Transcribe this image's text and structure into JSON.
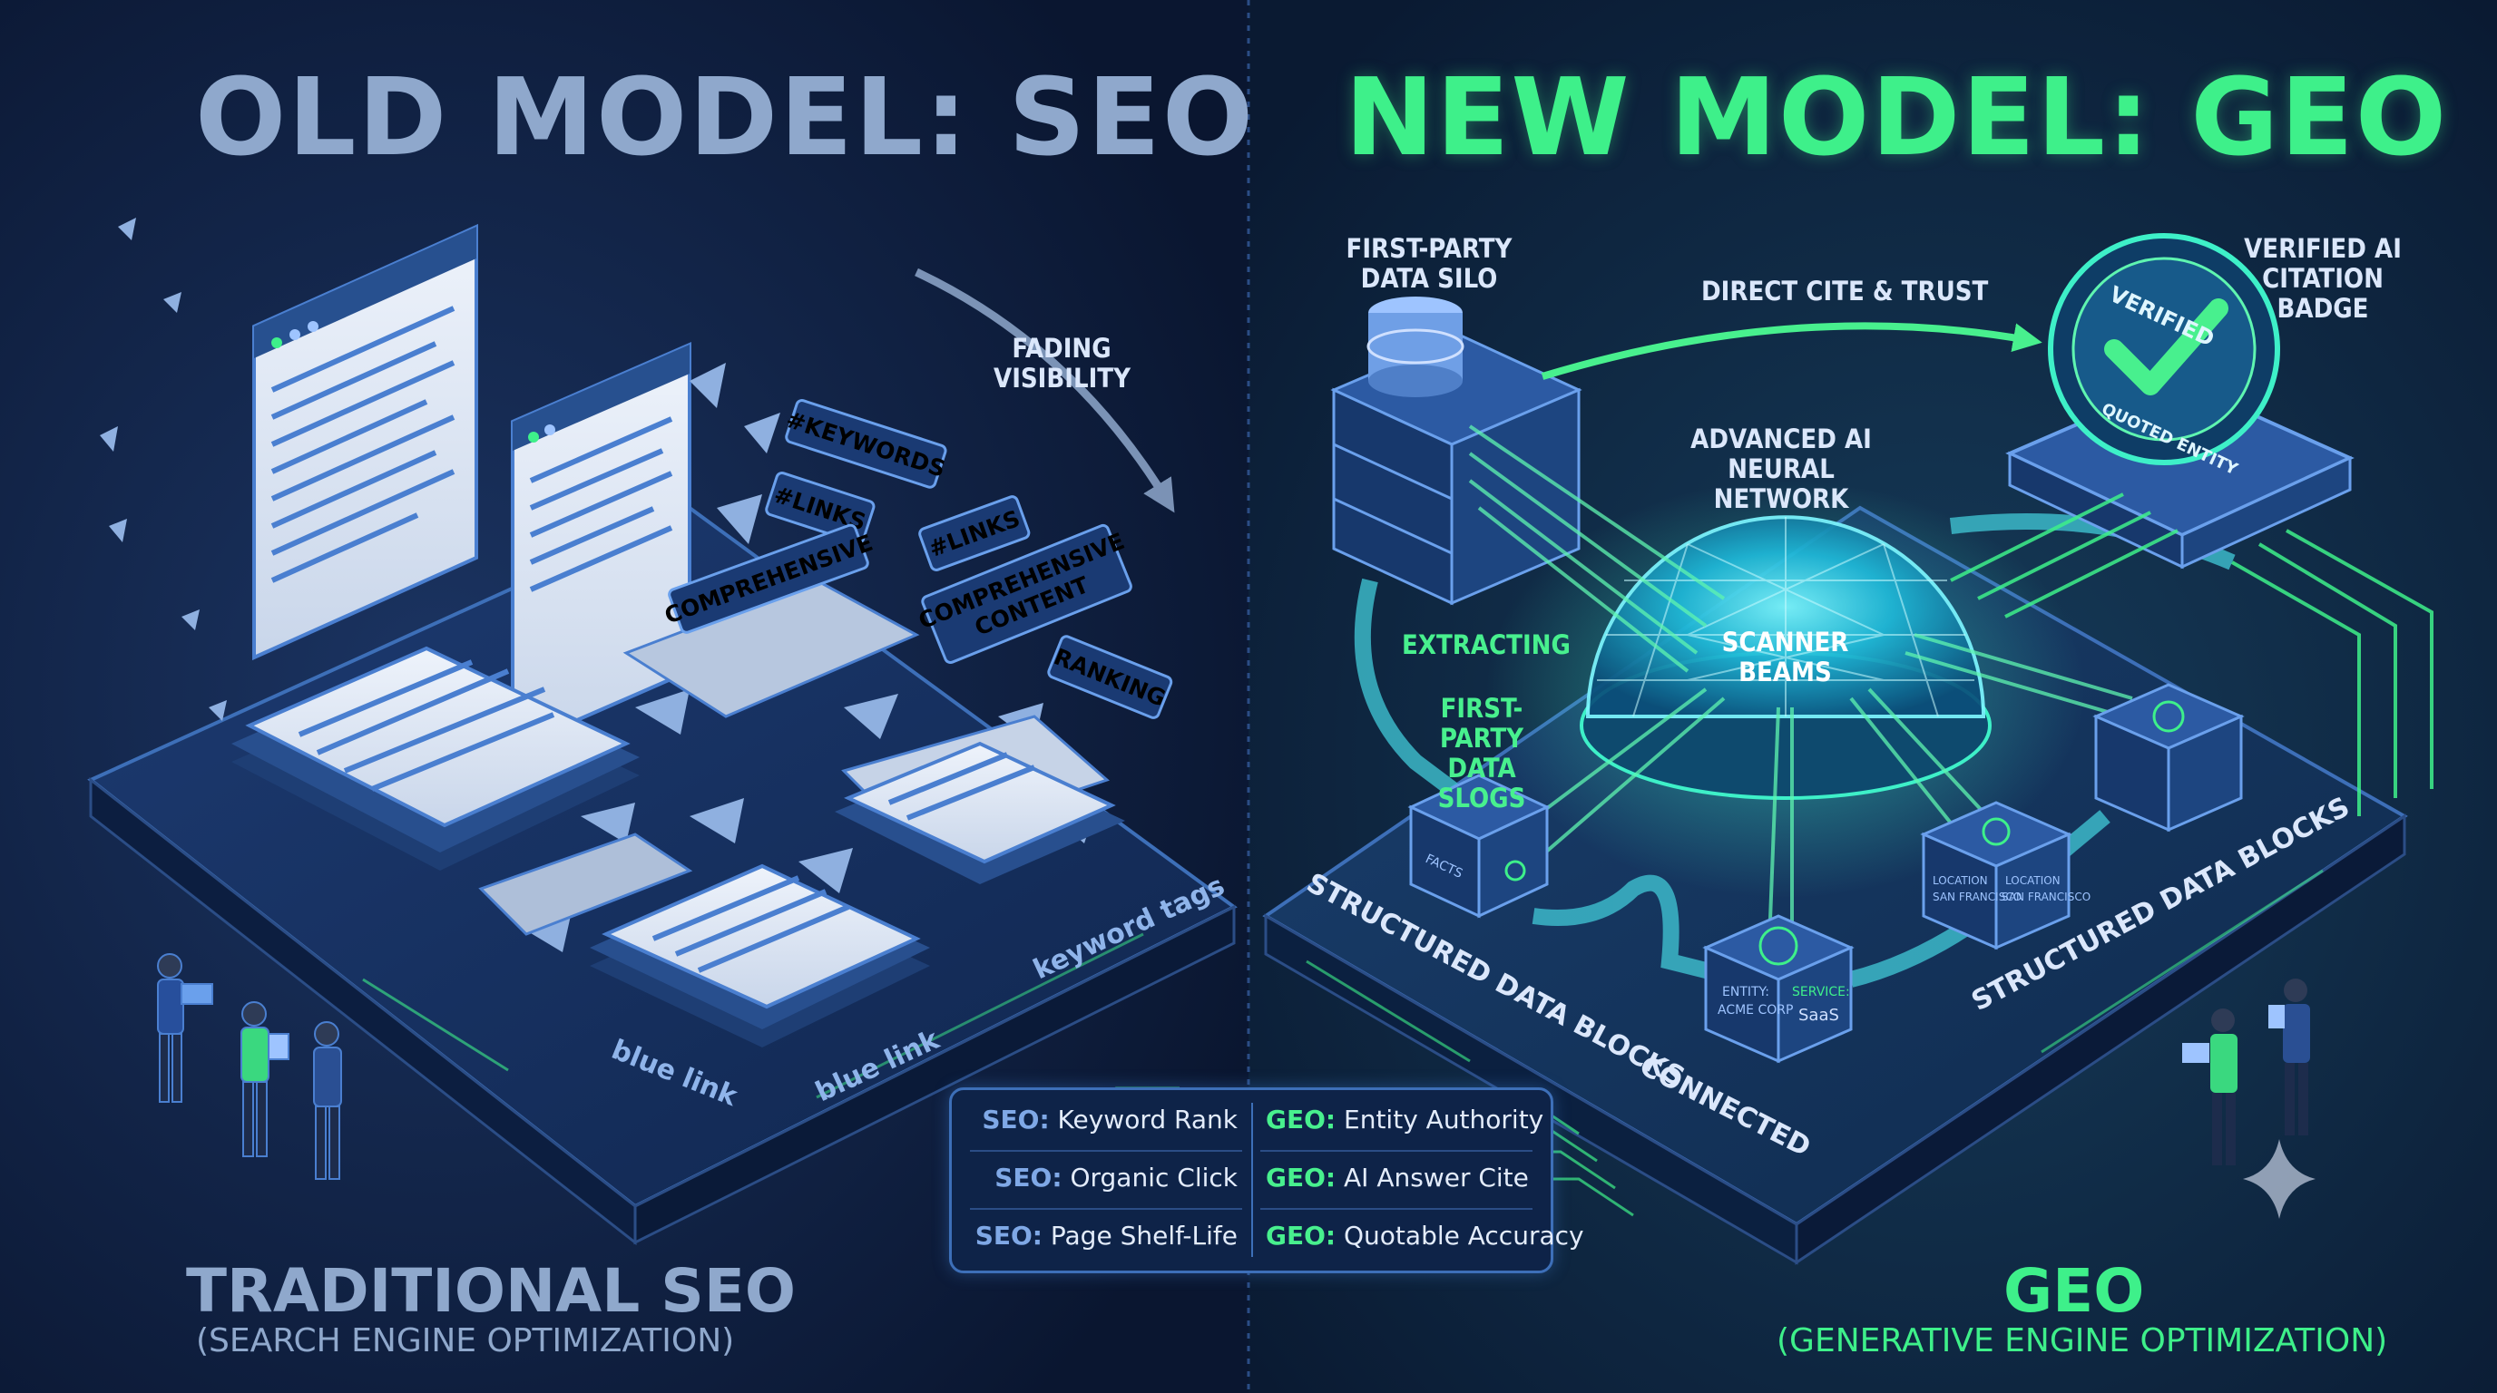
{
  "titles": {
    "old": "OLD MODEL: SEO",
    "new": "NEW MODEL: GEO"
  },
  "old_side": {
    "fading_visibility": "FADING VISIBILITY",
    "tags": [
      "#KEYWORDS",
      "#LINKS",
      "COMPREHENSIVE",
      "#LINKS",
      "COMPREHENSIVE CONTENT",
      "RANKING"
    ],
    "blue_link_1": "blue link",
    "blue_link_2": "blue link",
    "keyword_tags": "keyword tags",
    "footer_title": "TRADITIONAL SEO",
    "footer_sub": "(SEARCH ENGINE OPTIMIZATION)"
  },
  "new_side": {
    "data_silo": "FIRST-PARTY DATA SILO",
    "direct_cite": "DIRECT CITE & TRUST",
    "badge_label": "VERIFIED AI CITATION BADGE",
    "badge_top_text": "VERIFIED",
    "badge_bottom_text": "QUOTED ENTITY",
    "neural_network": "ADVANCED AI NEURAL NETWORK",
    "extracting": "EXTRACTING",
    "data_slogs": "FIRST-PARTY DATA SLOGS",
    "scanner_beams": "SCANNER BEAMS",
    "structured_left": "STRUCTURED DATA BLOCKS",
    "structured_right": "STRUCTURED DATA BLOCKS",
    "connected": "CONNECTED",
    "block_facts": "FACTS",
    "block_entity": "ENTITY: ACME CORP",
    "block_service": "SERVICE: SaaS",
    "block_location_1": "LOCATION: SAN FRANCISCO",
    "block_location_2": "LOCATION: SAN FRANCISCO",
    "footer_title": "GEO",
    "footer_sub": "(GENERATIVE ENGINE OPTIMIZATION)"
  },
  "comparison": [
    {
      "seo_key": "SEO:",
      "seo_val": "Keyword Rank",
      "geo_key": "GEO:",
      "geo_val": "Entity Authority"
    },
    {
      "seo_key": "SEO:",
      "seo_val": "Organic Click",
      "geo_key": "GEO:",
      "geo_val": "AI Answer Cite"
    },
    {
      "seo_key": "SEO:",
      "seo_val": "Page Shelf-Life",
      "geo_key": "GEO:",
      "geo_val": "Quotable Accuracy"
    }
  ],
  "colors": {
    "background": "#0c1a36",
    "old_accent": "#8fa8cc",
    "new_accent": "#3ef08a",
    "panel_blue": "#3d6fb8"
  }
}
